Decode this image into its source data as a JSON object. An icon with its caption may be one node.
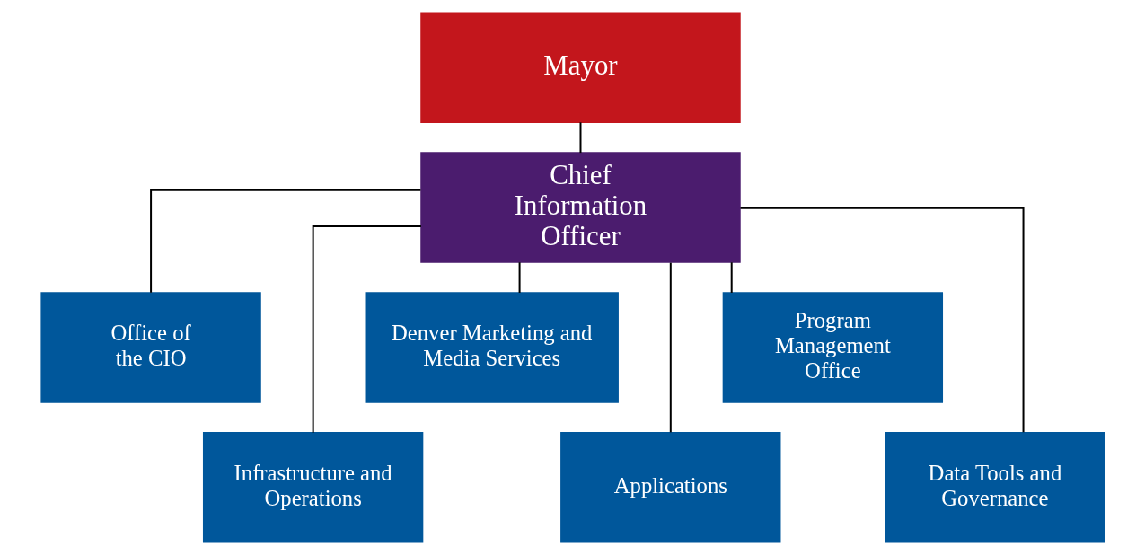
{
  "diagram": {
    "nodes": [
      {
        "text": [
          "Mayor"
        ]
      },
      {
        "text": [
          "Chief Information Officer"
        ]
      },
      {
        "text": [
          "Office of the CIO"
        ]
      },
      {
        "text": [
          "Infrastructure and Operations"
        ]
      },
      {
        "text": [
          "Denver Marketing and Media Services"
        ]
      },
      {
        "text": [
          "Applications"
        ]
      },
      {
        "text": [
          "Program Management Office"
        ]
      },
      {
        "text": [
          "Data Tools and Governance"
        ]
      }
    ],
    "edges": [
      {
        "from": 0,
        "to": 1,
        "arrow": "none"
      },
      {
        "from": 1,
        "to": 2,
        "arrow": "none"
      },
      {
        "from": 1,
        "to": 3,
        "arrow": "none"
      },
      {
        "from": 1,
        "to": 4,
        "arrow": "none"
      },
      {
        "from": 1,
        "to": 5,
        "arrow": "none"
      },
      {
        "from": 1,
        "to": 6,
        "arrow": "none"
      },
      {
        "from": 1,
        "to": 7,
        "arrow": "none"
      }
    ]
  }
}
